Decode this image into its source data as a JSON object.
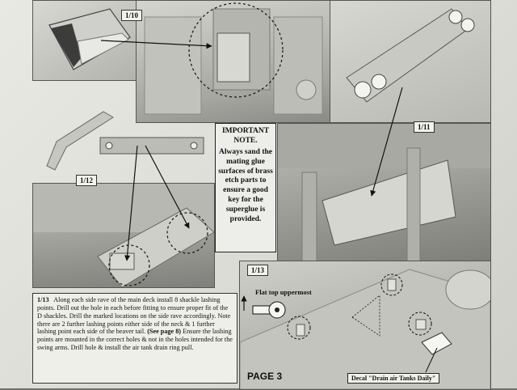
{
  "labels": {
    "step_1_10": "1/10",
    "step_1_11": "1/11",
    "step_1_12": "1/12",
    "step_1_13": "1/13"
  },
  "important_note": {
    "heading": "IMPORTANT NOTE.",
    "body": "Always sand the mating glue surfaces of brass etch parts to ensure a good key for the superglue is provided."
  },
  "instruction": {
    "step": "1/13",
    "text_a": "Along each side rave of the main deck install 8 shackle lashing points. Drill out the hole in each before fitting to ensure proper fit of the D shackles. Drill the marked locations on the side rave accordingly. Note there are 2 further lashing points either side of the neck & 1 further lashing point each side of the beaver tail.",
    "see_ref": "(See page 8)",
    "text_b": "Ensure the lashing points are mounted in the correct holes & not in the holes intended for the swing arms. Drill hole & install the air tank drain ring pull."
  },
  "callouts": {
    "flat_top": "Flat top uppermost",
    "decal": "Decal \"Drain air Tanks Daily\""
  },
  "footer": {
    "page": "PAGE 3"
  }
}
